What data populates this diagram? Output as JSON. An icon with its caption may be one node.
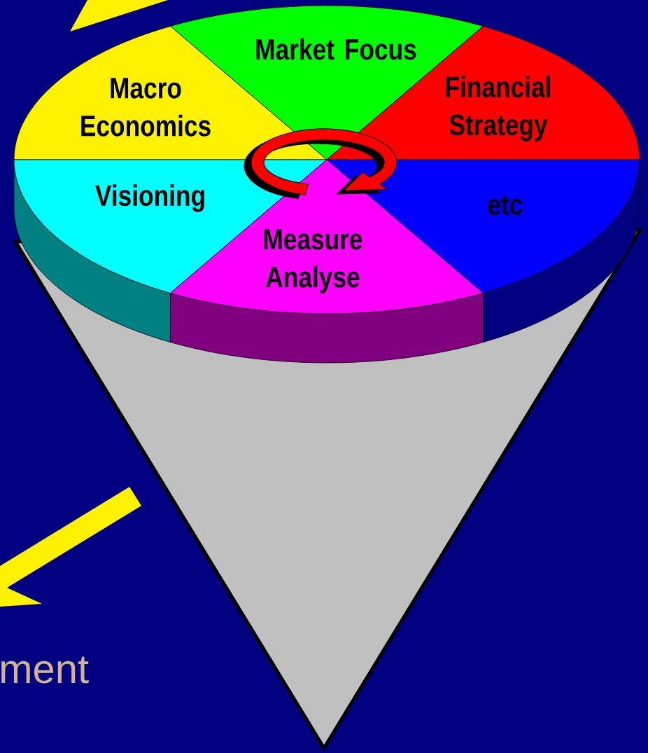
{
  "diagram": {
    "nodes": [
      {
        "text": [
          "Market Focus"
        ]
      },
      {
        "text": [
          "Macro Economics"
        ]
      },
      {
        "text": [
          "Financial Strategy"
        ]
      },
      {
        "text": [
          "Visioning"
        ]
      },
      {
        "text": [
          "etc"
        ]
      },
      {
        "text": [
          "Measure Analyse"
        ]
      },
      {
        "text": [],
        "shape": "cone"
      }
    ],
    "labels": [
      "ment"
    ]
  }
}
